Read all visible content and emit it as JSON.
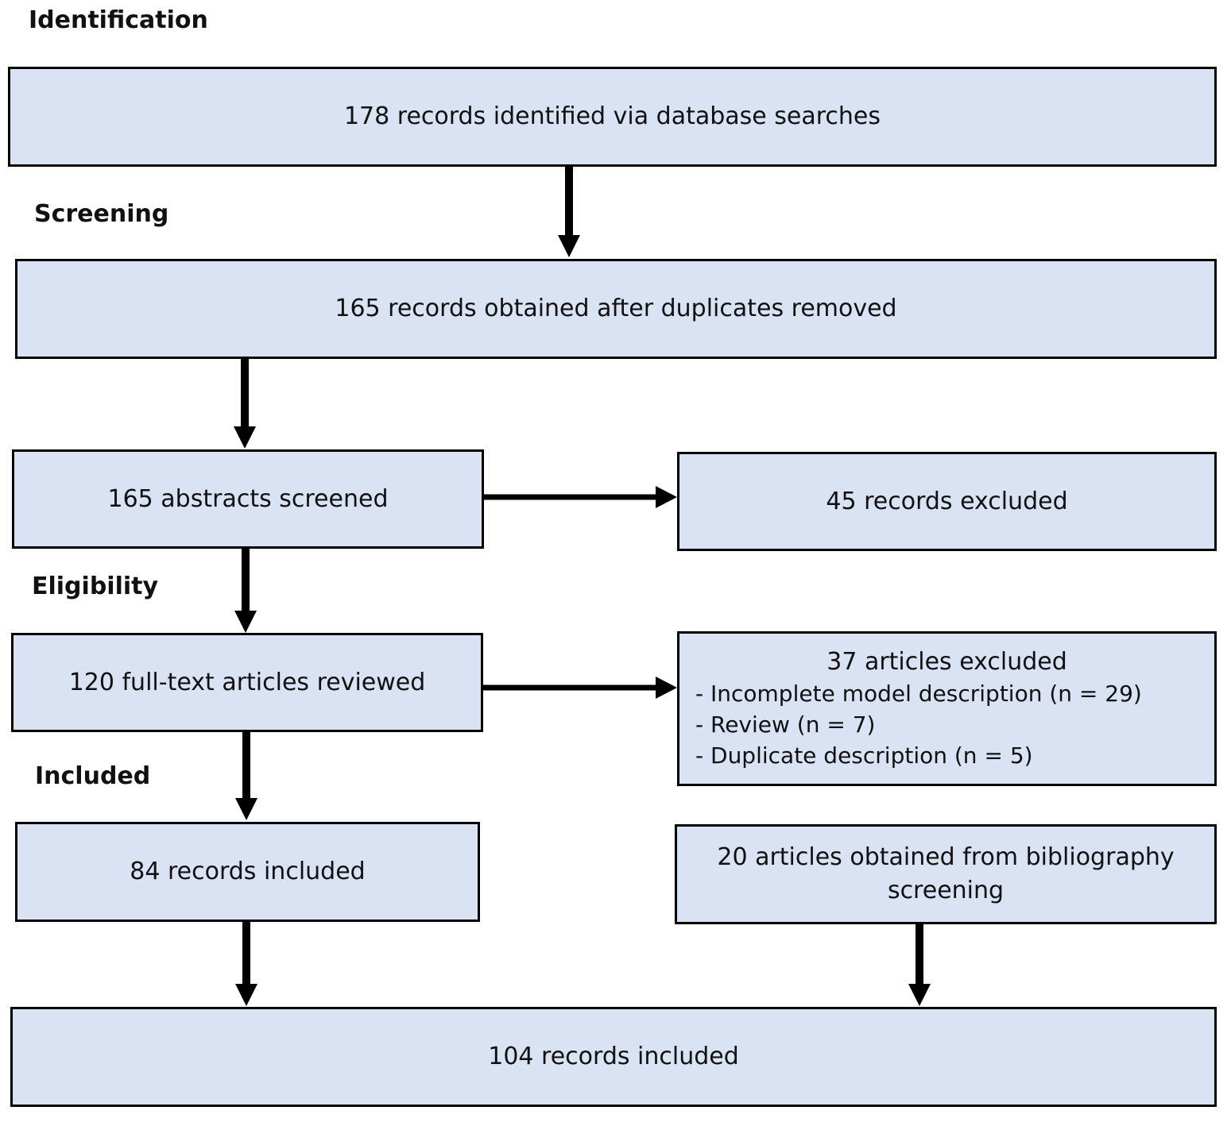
{
  "stages": {
    "identification": "Identification",
    "screening": "Screening",
    "eligibility": "Eligibility",
    "included": "Included"
  },
  "boxes": {
    "identified": "178 records identified via database searches",
    "deduplicated": "165 records obtained after duplicates removed",
    "abstracts_screened": "165 abstracts screened",
    "records_excluded": "45 records excluded",
    "fulltext_reviewed": "120 full-text articles reviewed",
    "articles_excluded": {
      "heading": "37 articles excluded",
      "reasons": [
        "- Incomplete model description (n = 29)",
        "- Review (n = 7)",
        "- Duplicate description (n = 5)"
      ]
    },
    "records_included_84": "84 records included",
    "bibliography": "20 articles obtained from bibliography screening",
    "records_included_total": "104 records included"
  },
  "colors": {
    "box_fill": "#dae3f3",
    "box_border": "#000000",
    "arrow": "#000000"
  }
}
